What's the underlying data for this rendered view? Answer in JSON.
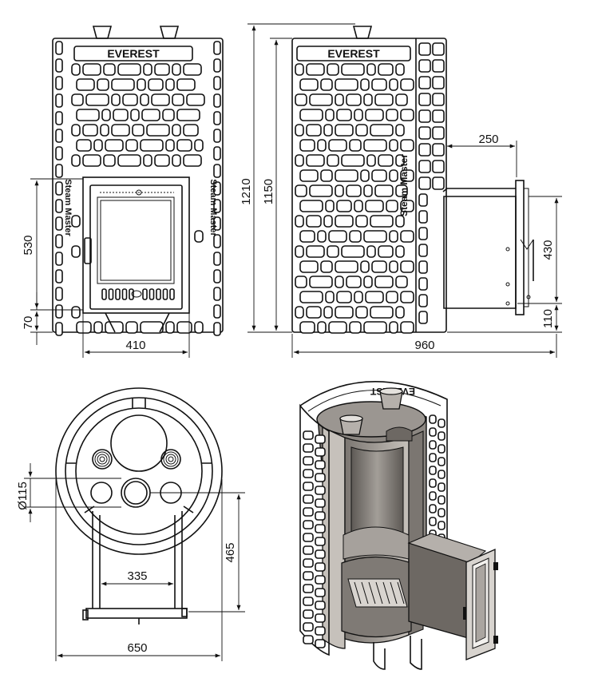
{
  "brand": {
    "name": "EVEREST",
    "model": "Steam Master",
    "mirrored_name": "EVEREST"
  },
  "dimensions": {
    "front_door_height": "530",
    "front_base_height": "70",
    "front_door_width": "410",
    "total_height": "1210",
    "body_height": "1150",
    "tunnel_offset": "250",
    "tunnel_height": "430",
    "tunnel_bottom": "110",
    "total_depth": "960",
    "pipe_diameter": "Ø115",
    "top_depth": "465",
    "leg_width": "335",
    "diameter": "650"
  },
  "colors": {
    "line": "#111111",
    "background": "#ffffff",
    "cutaway_steel": "#8c8782",
    "cutaway_dark": "#6d6863"
  }
}
